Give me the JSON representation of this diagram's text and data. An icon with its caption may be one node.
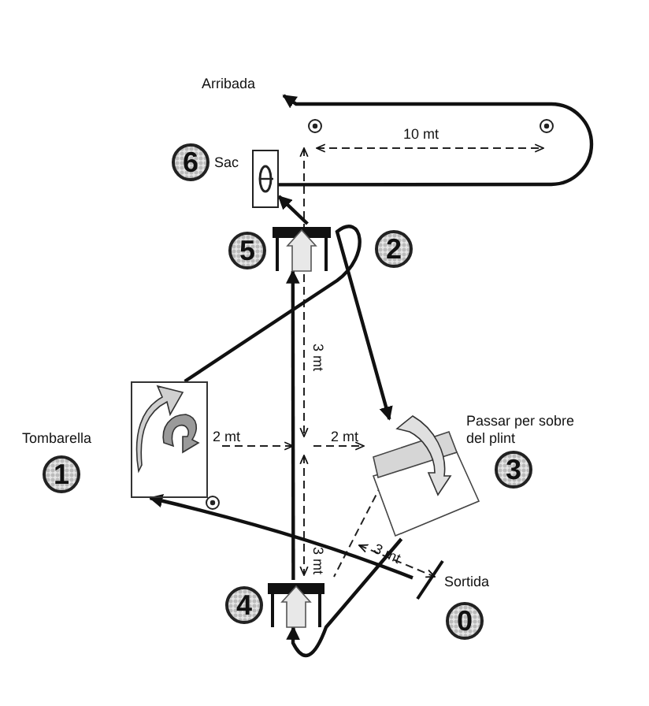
{
  "diagram": {
    "nodes": [
      {
        "text": [
          "Arribada"
        ]
      },
      {
        "text": [
          "6"
        ],
        "beside": [
          "Sac"
        ]
      },
      {
        "text": [],
        "shape": "box"
      },
      {
        "text": [],
        "shape": "bar"
      },
      {
        "text": [
          "5"
        ]
      },
      {
        "text": [
          "2"
        ]
      },
      {
        "text": [
          "1"
        ],
        "beside": [
          "Tombarella"
        ]
      },
      {
        "text": [],
        "shape": "box"
      },
      {
        "text": [],
        "shape": "box"
      },
      {
        "text": [
          "3"
        ],
        "beside": [
          "Passar per sobre del plint"
        ]
      },
      {
        "text": [],
        "shape": "bar"
      },
      {
        "text": [
          "4"
        ]
      },
      {
        "text": [],
        "shape": "bar",
        "beside": [
          "Sortida"
        ]
      },
      {
        "text": [
          "0"
        ]
      }
    ],
    "edges": [
      {
        "from": 12,
        "to": 7,
        "arrow": "to"
      },
      {
        "from": 7,
        "to": 8,
        "arrow": "to"
      },
      {
        "from": 8,
        "to": 10,
        "arrow": "to"
      },
      {
        "from": 10,
        "to": 3,
        "arrow": "to"
      },
      {
        "from": 3,
        "to": 2,
        "arrow": "to"
      },
      {
        "from": 2,
        "to": 0,
        "arrow": "to"
      }
    ],
    "labels": [
      "10 mt",
      "3 mt",
      "2 mt",
      "2 mt",
      "3 mt",
      "3 mt"
    ]
  }
}
